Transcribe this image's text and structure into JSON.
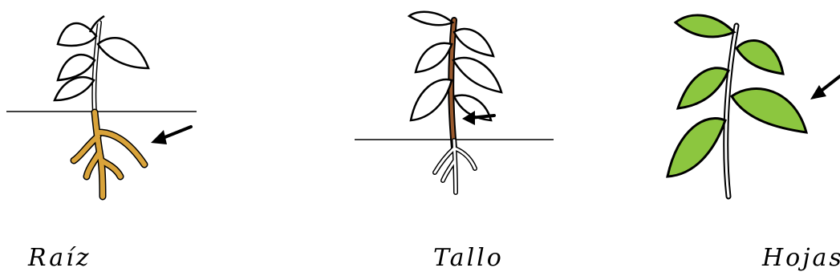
{
  "panels": [
    {
      "id": "raiz",
      "label": "Raíz",
      "highlight_color": "#D9A33A",
      "arrow_icon": "arrow-pointing-at-root"
    },
    {
      "id": "tallo",
      "label": "Tallo",
      "highlight_color": "#9A5A2E",
      "arrow_icon": "arrow-pointing-at-stem"
    },
    {
      "id": "hojas",
      "label": "Hojas",
      "highlight_color": "#8CC63F",
      "arrow_icon": "arrow-pointing-at-leaves"
    }
  ],
  "colors": {
    "outline": "#000000",
    "background": "#ffffff"
  }
}
